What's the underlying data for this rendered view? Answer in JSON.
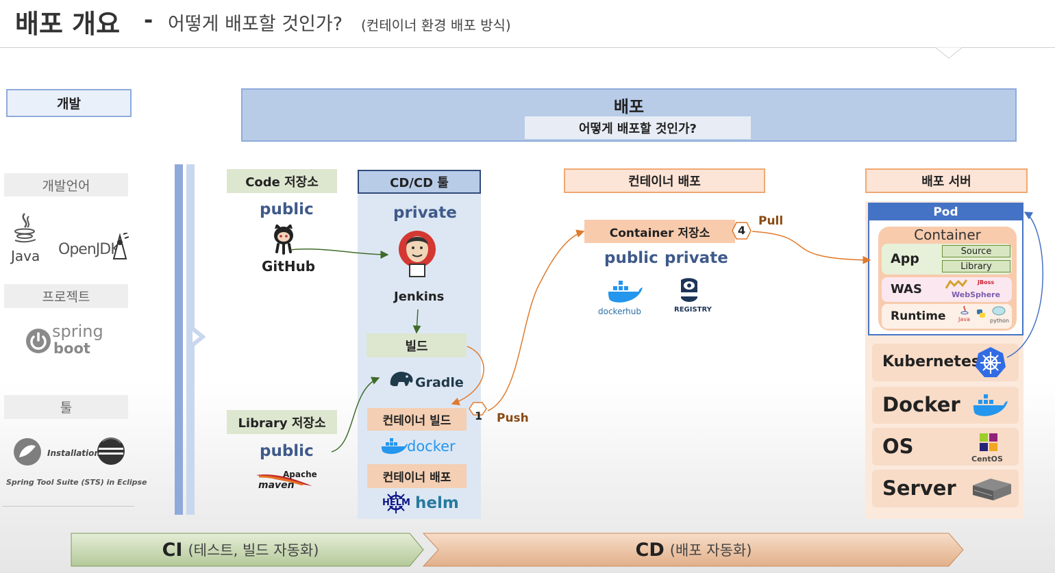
{
  "header": {
    "title": "배포 개요",
    "dash": "-",
    "subtitle": "어떻게 배포할 것인가?",
    "subtitle_paren": "(컨테이너 환경 배포 방식)"
  },
  "dev": {
    "header": "개발",
    "language_label": "개발언어",
    "java_label": "Java",
    "openjdk_label": "OpenJDK",
    "project_label": "프로젝트",
    "spring_label": "spring",
    "boot_label": "boot",
    "tool_label": "툴",
    "installation_label": "Installation",
    "sts_caption": "Spring Tool Suite (STS) in Eclipse"
  },
  "deploy": {
    "title": "배포",
    "subtitle": "어떻게 배포할 것인가?"
  },
  "code_repo": {
    "label": "Code 저장소",
    "public": "public",
    "github": "GitHub"
  },
  "library_repo": {
    "label": "Library 저장소",
    "public": "public",
    "apache": "Apache",
    "maven": "maven"
  },
  "cdtool": {
    "label": "CD/CD 툴",
    "private": "private",
    "jenkins": "Jenkins",
    "build": "빌드",
    "gradle": "Gradle",
    "container_build": "컨테이너 빌드",
    "docker": "docker",
    "container_deploy": "컨테이너 배포",
    "helm_logo": "HELM",
    "helm": "helm"
  },
  "container_deploy": {
    "label": "컨테이너 배포",
    "registry_label": "Container 저장소",
    "public": "public",
    "private": "private",
    "dockerhub": "dockerhub",
    "docker_registry": "REGISTRY"
  },
  "steps": {
    "push_num": "1",
    "push": "Push",
    "pull_num": "4",
    "pull": "Pull"
  },
  "server": {
    "label": "배포 서버",
    "pod": "Pod",
    "container": "Container",
    "app": "App",
    "source": "Source",
    "library": "Library",
    "was": "WAS",
    "jboss": "JBoss",
    "websphere": "WebSphere",
    "runtime": "Runtime",
    "runtime_java": "Java",
    "runtime_python": "python",
    "kubernetes": "Kubernetes",
    "docker": "Docker",
    "os": "OS",
    "centos": "CentOS",
    "server": "Server"
  },
  "bottom": {
    "ci": "CI",
    "ci_detail": "(테스트, 빌드 자동화)",
    "cd": "CD",
    "cd_detail": "(배포 자동화)"
  },
  "colors": {
    "blue": "#b7cbe7",
    "green": "#dde6cf",
    "orange": "#f7ddc8",
    "arrow_orange": "#e07a2c",
    "accent_blue": "#4472c4"
  }
}
